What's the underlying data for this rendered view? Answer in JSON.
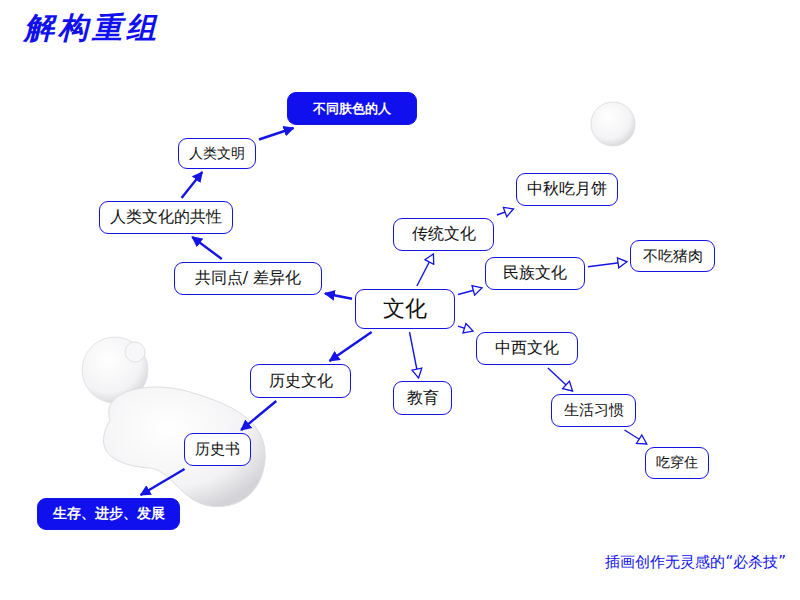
{
  "diagram": {
    "title": "解构重组",
    "caption": "插画创作无灵感的“必杀技”",
    "nodes": [
      {
        "text": [
          "文化"
        ]
      },
      {
        "text": [
          "共同点/ 差异化"
        ]
      },
      {
        "text": [
          "人类文化的共性"
        ]
      },
      {
        "text": [
          "人类文明"
        ]
      },
      {
        "text": [
          "不同肤色的人"
        ]
      },
      {
        "text": [
          "传统文化"
        ]
      },
      {
        "text": [
          "中秋吃月饼"
        ]
      },
      {
        "text": [
          "民族文化"
        ]
      },
      {
        "text": [
          "不吃猪肉"
        ]
      },
      {
        "text": [
          "中西文化"
        ]
      },
      {
        "text": [
          "生活习惯"
        ]
      },
      {
        "text": [
          "吃穿住"
        ]
      },
      {
        "text": [
          "历史文化"
        ]
      },
      {
        "text": [
          "历史书"
        ]
      },
      {
        "text": [
          "生存、进步、发展"
        ]
      },
      {
        "text": [
          "教育"
        ]
      }
    ],
    "edges": [
      {
        "from": 0,
        "to": 1,
        "arrow": "to"
      },
      {
        "from": 1,
        "to": 2,
        "arrow": "to"
      },
      {
        "from": 2,
        "to": 3,
        "arrow": "to"
      },
      {
        "from": 3,
        "to": 4,
        "arrow": "to"
      },
      {
        "from": 0,
        "to": 5,
        "arrow": "to"
      },
      {
        "from": 5,
        "to": 6,
        "arrow": "to"
      },
      {
        "from": 0,
        "to": 7,
        "arrow": "to"
      },
      {
        "from": 7,
        "to": 8,
        "arrow": "to"
      },
      {
        "from": 0,
        "to": 9,
        "arrow": "to"
      },
      {
        "from": 9,
        "to": 10,
        "arrow": "to"
      },
      {
        "from": 10,
        "to": 11,
        "arrow": "to"
      },
      {
        "from": 0,
        "to": 12,
        "arrow": "to"
      },
      {
        "from": 12,
        "to": 13,
        "arrow": "to"
      },
      {
        "from": 13,
        "to": 14,
        "arrow": "to"
      },
      {
        "from": 0,
        "to": 15,
        "arrow": "to"
      }
    ]
  }
}
